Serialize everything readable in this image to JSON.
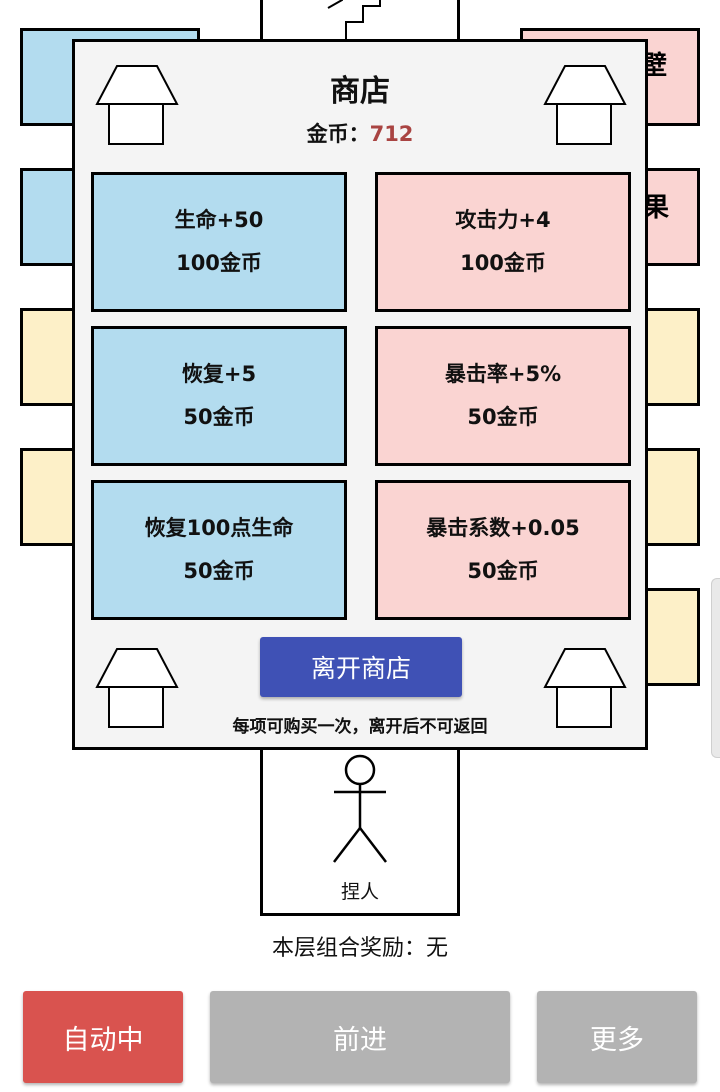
{
  "shop": {
    "title": "商店",
    "gold_label": "金币：",
    "gold_value": "712",
    "items": [
      {
        "name": "生命+50",
        "price": "100金币"
      },
      {
        "name": "攻击力+4",
        "price": "100金币"
      },
      {
        "name": "恢复+5",
        "price": "50金币"
      },
      {
        "name": "暴击率+5%",
        "price": "50金币"
      },
      {
        "name": "恢复100点生命",
        "price": "50金币"
      },
      {
        "name": "暴击系数+0.05",
        "price": "50金币"
      }
    ],
    "leave_button": "离开商店",
    "note": "每项可购买一次，离开后不可返回"
  },
  "board": {
    "partial_texts": [
      "壁",
      "果"
    ]
  },
  "enemy": {
    "label": "捏人"
  },
  "combo": {
    "text": "本层组合奖励：无"
  },
  "buttons": {
    "auto": "自动中",
    "forward": "前进",
    "more": "更多"
  },
  "colors": {
    "blue_tile": "#b3dcef",
    "pink_tile": "#fad4d2",
    "yellow_tile": "#fdf0c8",
    "gold_value": "#a94442",
    "primary_button": "#3f51b5",
    "auto_button": "#d9534f",
    "disabled_button": "#b3b3b3"
  },
  "icons": [
    "stairs-icon",
    "house-icon",
    "stick-figure-icon"
  ]
}
